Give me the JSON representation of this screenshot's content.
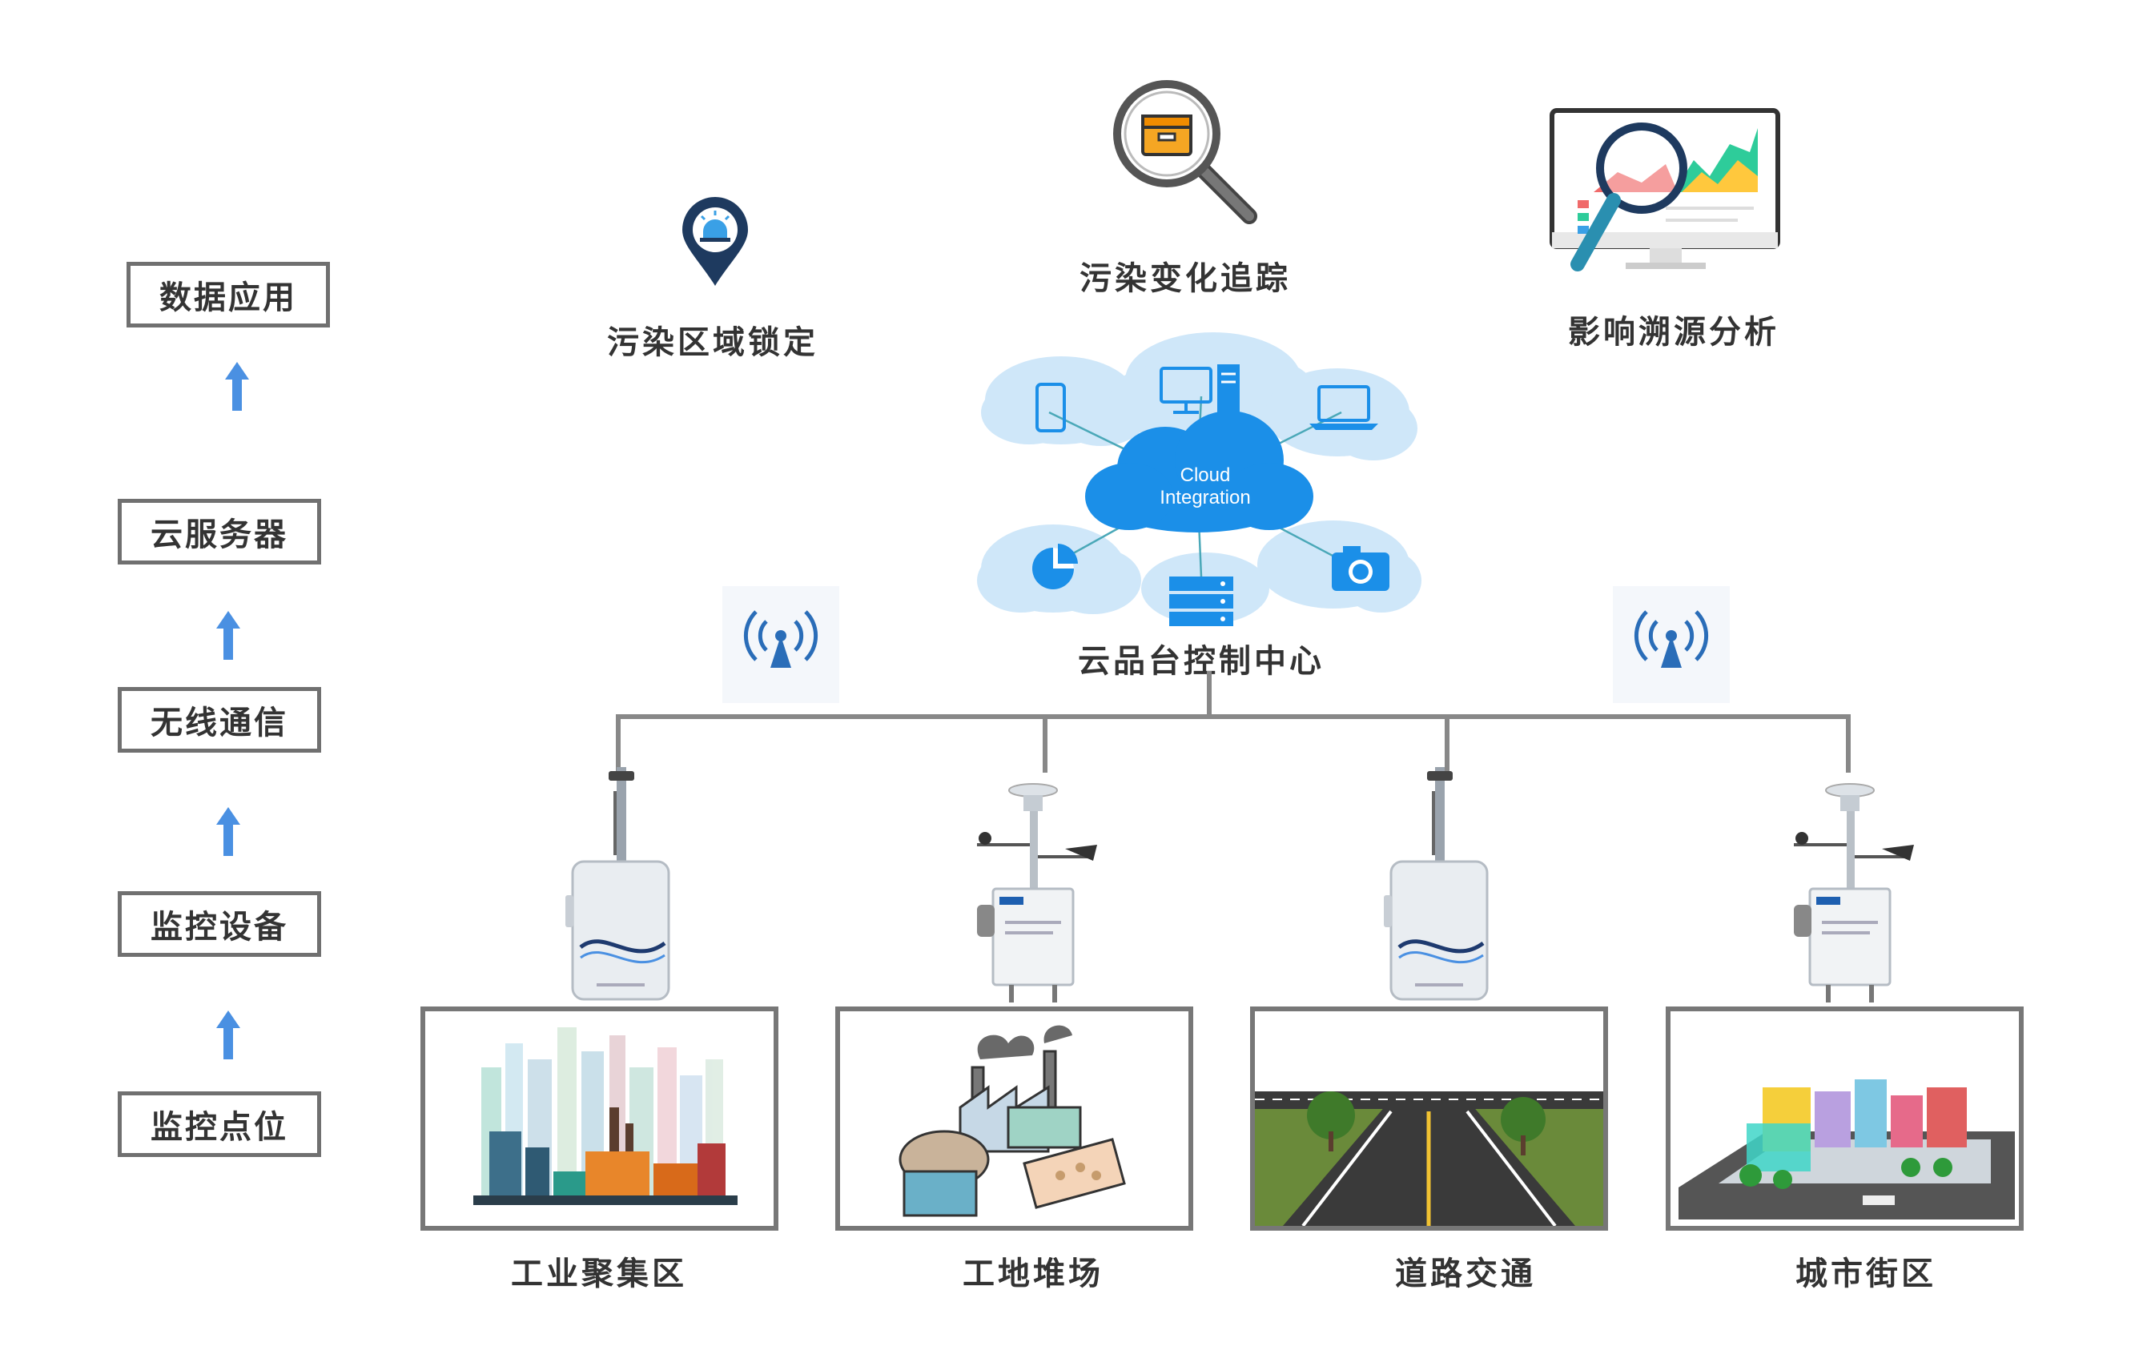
{
  "layers": [
    {
      "label": "数据应用"
    },
    {
      "label": "云服务器"
    },
    {
      "label": "无线通信"
    },
    {
      "label": "监控设备"
    },
    {
      "label": "监控点位"
    }
  ],
  "apps": [
    {
      "label": "污染区域锁定",
      "icon": "location-pin-icon"
    },
    {
      "label": "污染变化追踪",
      "icon": "magnifier-box-icon"
    },
    {
      "label": "影响溯源分析",
      "icon": "monitor-chart-search-icon"
    }
  ],
  "cloud": {
    "title_line1": "Cloud",
    "title_line2": "Integration",
    "caption": "云品台控制中心"
  },
  "sites": [
    {
      "label": "工业聚集区",
      "device": "box-monitor"
    },
    {
      "label": "工地堆场",
      "device": "weather-station"
    },
    {
      "label": "道路交通",
      "device": "box-monitor"
    },
    {
      "label": "城市街区",
      "device": "weather-station"
    }
  ],
  "colors": {
    "arrow": "#4a90e2",
    "cloud": "#1b8fe8",
    "frame": "#777777",
    "line": "#888888"
  }
}
